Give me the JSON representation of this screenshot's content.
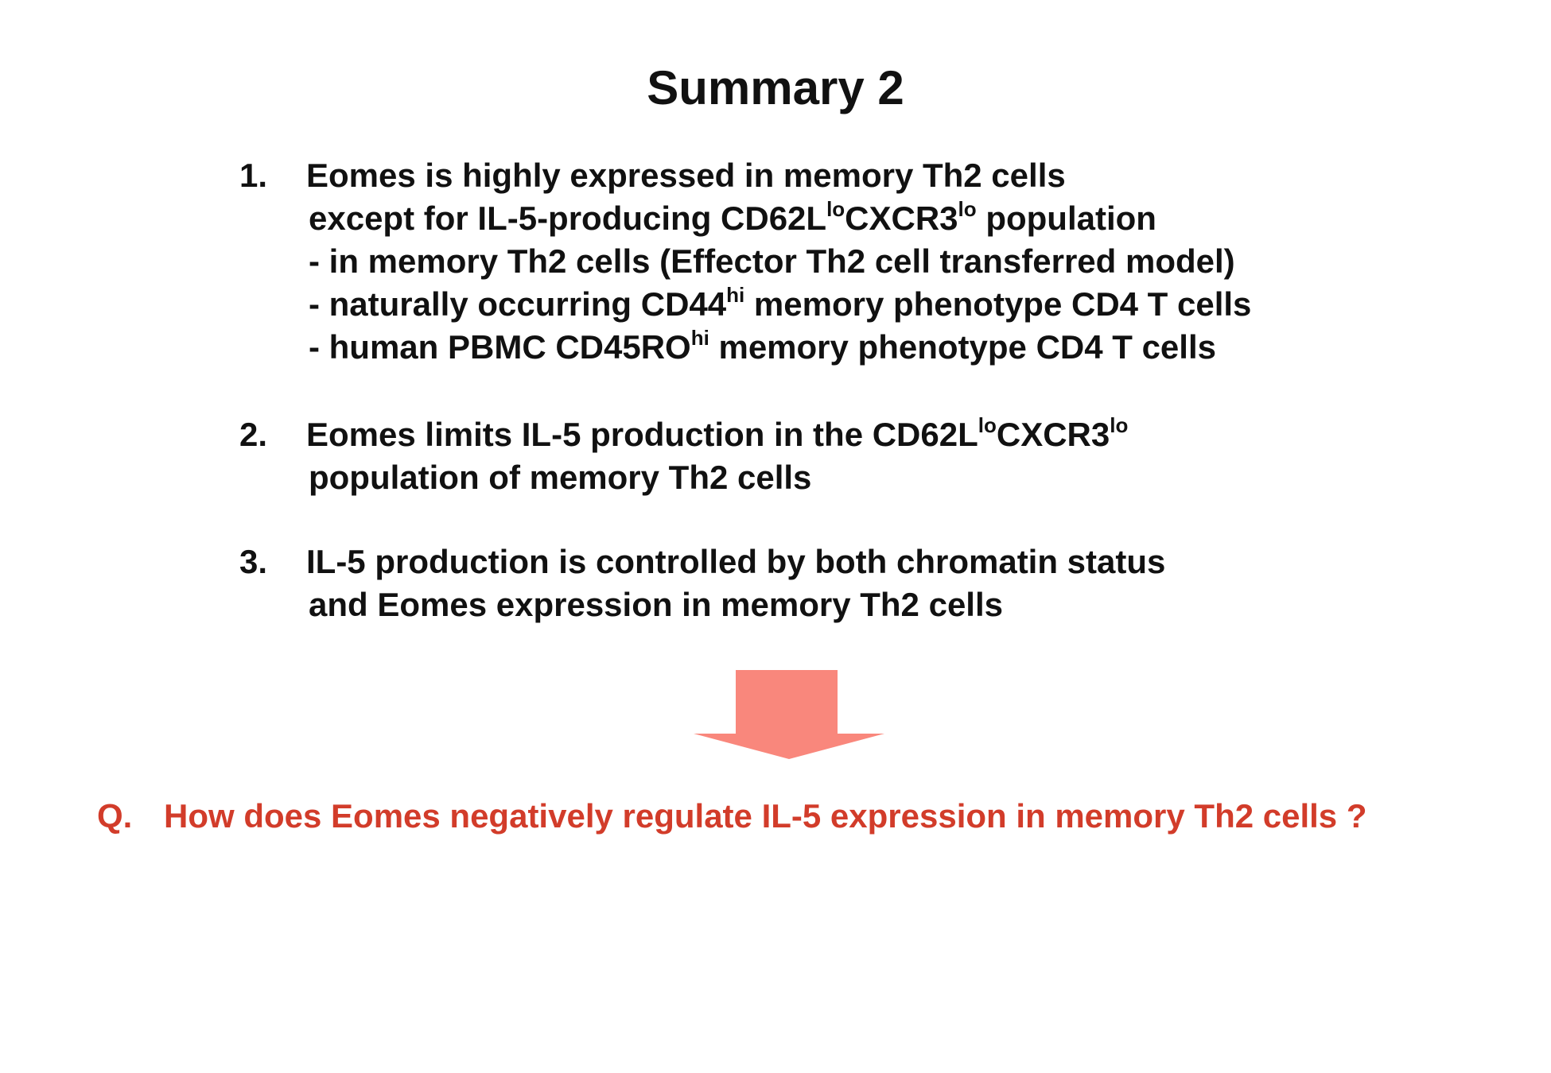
{
  "slide": {
    "title": "Summary 2",
    "points": [
      {
        "number": "1.",
        "line1": "Eomes is highly expressed in memory Th2 cells",
        "line2": {
          "a": "except for IL-5-producing CD62L",
          "sup1": "lo",
          "b": "CXCR3",
          "sup2": "lo",
          "c": " population"
        },
        "sub1": "- in memory Th2 cells (Effector Th2 cell transferred model)",
        "sub2": {
          "a": "- naturally occurring CD44",
          "sup": "hi",
          "b": " memory phenotype CD4 T cells"
        },
        "sub3": {
          "a": "- human PBMC CD45RO",
          "sup": "hi",
          "b": " memory phenotype CD4 T cells"
        }
      },
      {
        "number": "2.",
        "line1": {
          "a": "Eomes limits IL-5 production in the CD62L",
          "sup1": "lo",
          "b": "CXCR3",
          "sup2": "lo"
        },
        "line2": "population of memory Th2 cells"
      },
      {
        "number": "3.",
        "line1": "IL-5 production is controlled by both chromatin status",
        "line2": "and Eomes expression in memory Th2 cells"
      }
    ],
    "arrow": {
      "color": "#f9877c"
    },
    "question": {
      "label": "Q.",
      "text": "How does Eomes negatively regulate IL-5 expression in memory Th2 cells ?",
      "color": "#d23c2a"
    }
  }
}
